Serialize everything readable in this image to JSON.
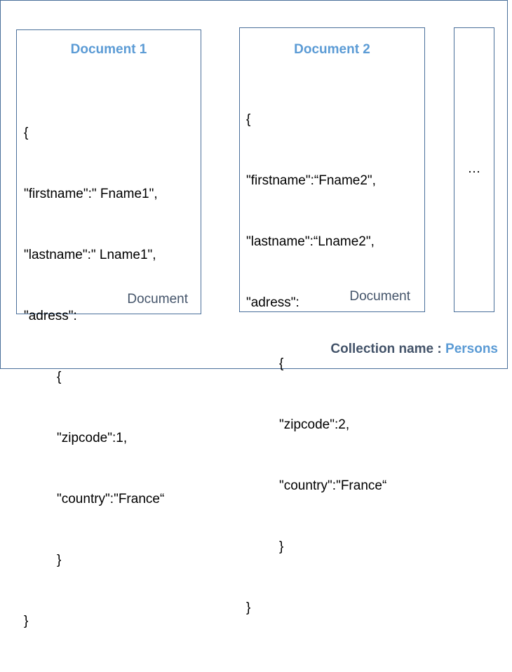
{
  "documents": [
    {
      "title": "Document 1",
      "lines": [
        "{",
        "\"firstname\":\" Fname1\",",
        "\"lastname\":\" Lname1\",",
        "\"adress\":",
        "{",
        "\"zipcode\":1,",
        "\"country\":\"France“",
        "}",
        "}"
      ],
      "label": "Document"
    },
    {
      "title": "Document 2",
      "lines": [
        "{",
        "\"firstname\":“Fname2\",",
        "\"lastname\":“Lname2\",",
        "\"adress\":",
        "{",
        "\"zipcode\":2,",
        "\"country\":\"France“",
        "}",
        "}"
      ],
      "label": "Document"
    }
  ],
  "more_documents": "…",
  "footer": {
    "label": "Collection name : ",
    "value": "Persons"
  },
  "colors": {
    "border": "#4a6f9a",
    "title": "#5b9bd5",
    "label": "#44546a"
  }
}
